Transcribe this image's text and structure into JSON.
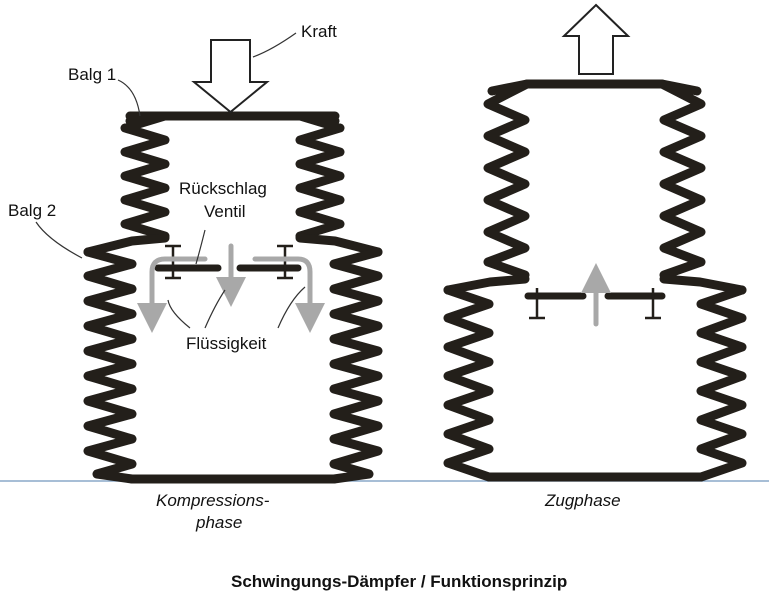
{
  "diagram": {
    "left": {
      "labels": {
        "force": "Kraft",
        "bellows1": "Balg 1",
        "bellows2": "Balg 2",
        "valve_line1": "Rückschlag",
        "valve_line2": "Ventil",
        "fluid": "Flüssigkeit"
      },
      "caption_line1": "Kompressions-",
      "caption_line2": "phase"
    },
    "right": {
      "caption": "Zugphase"
    },
    "title": "Schwingungs-Dämpfer / Funktionsprinzip"
  },
  "colors": {
    "bellows": "#231f1a",
    "arrow_flow": "#a8a8a8",
    "baseline": "#8aa8c8",
    "leader": "#333333"
  }
}
